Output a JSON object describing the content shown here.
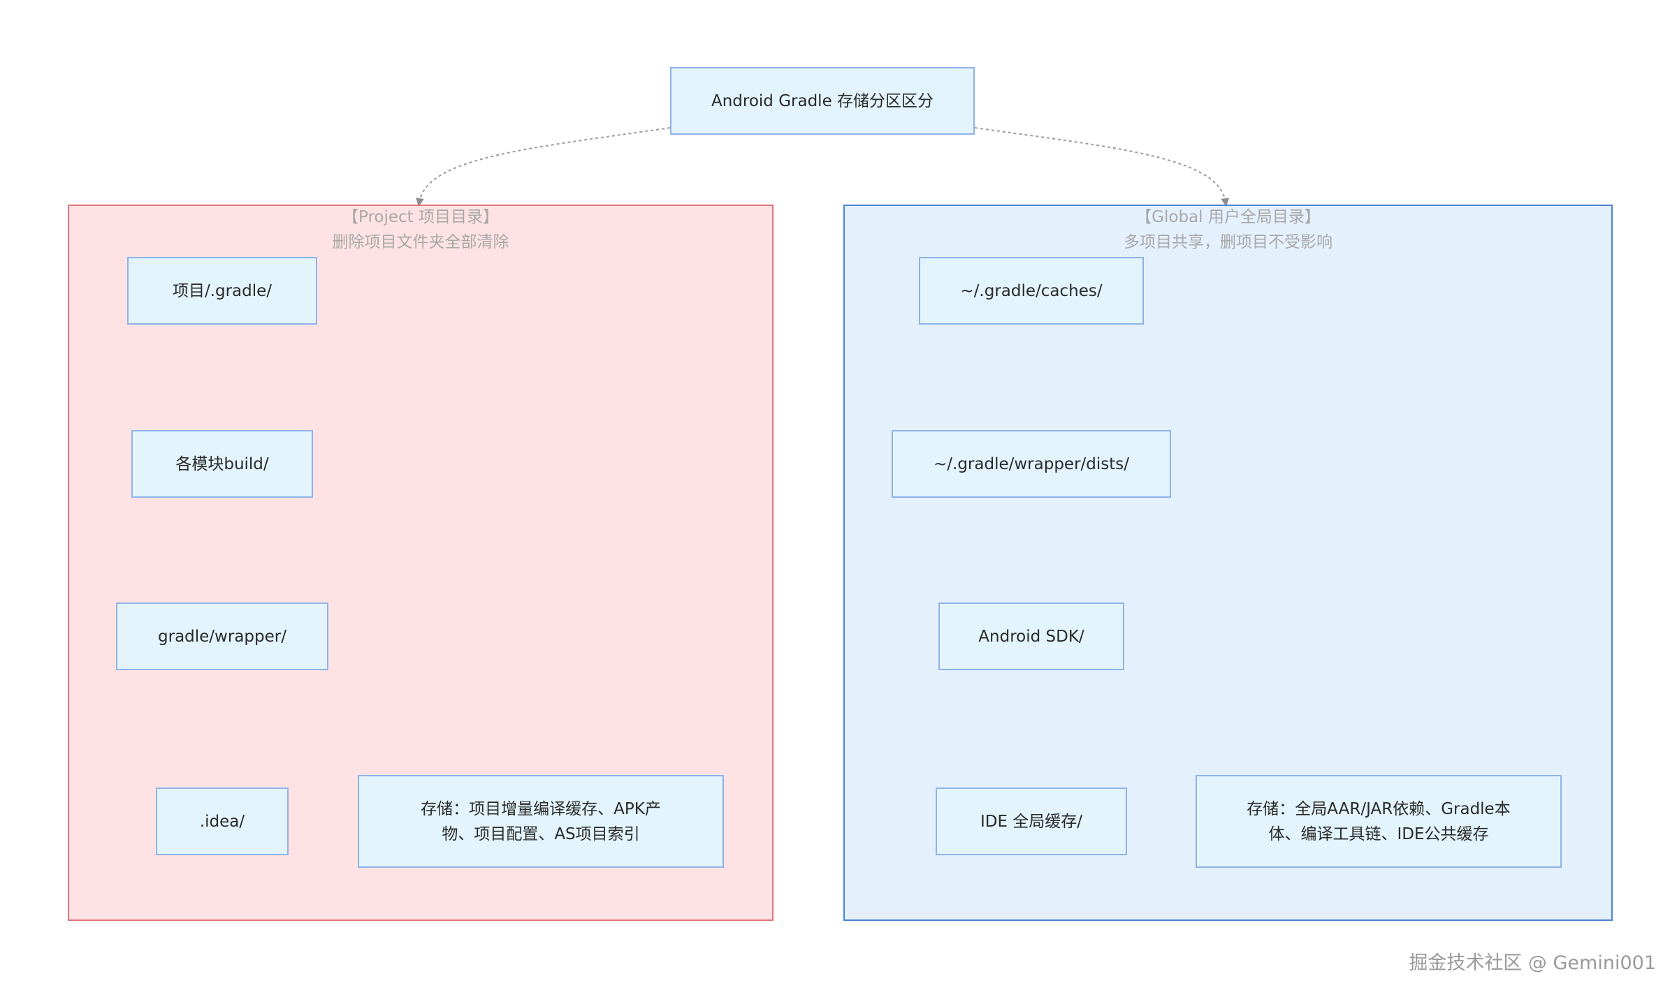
{
  "root": {
    "label": "Android Gradle 存储分区区分"
  },
  "clusters": {
    "project": {
      "title": "【Project 项目目录】",
      "subtitle": "删除项目文件夹全部清除",
      "nodes": [
        "项目/.gradle/",
        "各模块build/",
        "gradle/wrapper/",
        ".idea/"
      ],
      "note_line1": "存储：项目增量编译缓存、APK产",
      "note_line2": "物、项目配置、AS项目索引"
    },
    "global": {
      "title": "【Global 用户全局目录】",
      "subtitle": "多项目共享，删项目不受影响",
      "nodes": [
        "~/.gradle/caches/",
        "~/.gradle/wrapper/dists/",
        "Android SDK/",
        "IDE 全局缓存/"
      ],
      "note_line1": "存储：全局AAR/JAR依赖、Gradle本",
      "note_line2": "体、编译工具链、IDE公共缓存"
    }
  },
  "colors": {
    "project_fill": "#ffe3e4",
    "project_border": "#e4737b",
    "global_fill": "#e5f0fd",
    "global_border": "#4a84d8",
    "node_fill": "#e3f4fc",
    "node_border": "#8fb3e8",
    "edge": "#8c8c8c"
  },
  "watermark": "掘金技术社区 @ Gemini001"
}
